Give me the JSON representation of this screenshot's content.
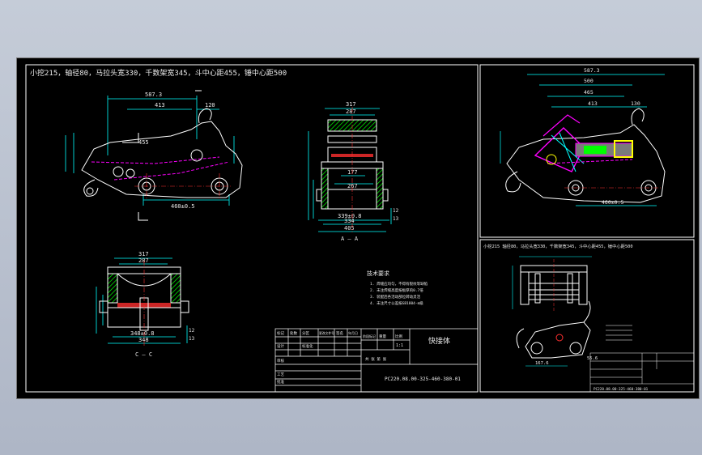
{
  "app": {
    "background_color": "#b4bccb",
    "sheet_color": "#000000"
  },
  "colors": {
    "line": "#ffffff",
    "dim": "#00ffff",
    "magenta": "#ff00ff",
    "red": "#ff3030",
    "green": "#00ff00",
    "yellow": "#ffff00"
  },
  "main_sheet": {
    "title": "小挖215，轴径80，马拉头宽330，千数架宽345，斗中心距455，锤中心距500",
    "dims_front": [
      "587.3",
      "413",
      "120",
      "455",
      "460±0.5"
    ],
    "section_aa": {
      "label": "A — A",
      "dims": [
        "317",
        "287",
        "177",
        "267",
        "12",
        "13",
        "339±0.8",
        "334",
        "405"
      ]
    },
    "section_cc": {
      "label": "C — C",
      "dims": [
        "317",
        "287",
        "348±0.8",
        "348",
        "12",
        "13"
      ]
    },
    "tech_req": {
      "heading": "技术要求",
      "items": [
        "1. 焊缝应均匀，不得有裂纹等缺陷",
        "2. 未注焊缝高度按板厚的0.7倍",
        "3. 装配后各活动部位转动灵活",
        "4. 未注尺寸公差按GB1804-m级"
      ]
    },
    "title_block": {
      "part_name": "快接体",
      "drawing_no": "PC220.08.00-325-460-380-01",
      "cells": [
        "标记",
        "处数",
        "分区",
        "更改文件号",
        "签名",
        "年月日",
        "设计",
        "标准化",
        "阶段标记",
        "重量",
        "比例",
        "审核",
        "工艺",
        "批准",
        "共 张 第 张"
      ],
      "scale": "1:1"
    }
  },
  "right_top": {
    "dims": [
      "587.3",
      "500",
      "465",
      "413",
      "130",
      "460±0.5"
    ]
  },
  "right_bottom": {
    "title": "小挖215 轴径80，马拉头宽330，千数架宽345，斗中心距455，锤中心距500",
    "dims": [
      "167.6",
      "55.6"
    ],
    "drawing_no": "PC220.08.00-325-460-380-01"
  }
}
